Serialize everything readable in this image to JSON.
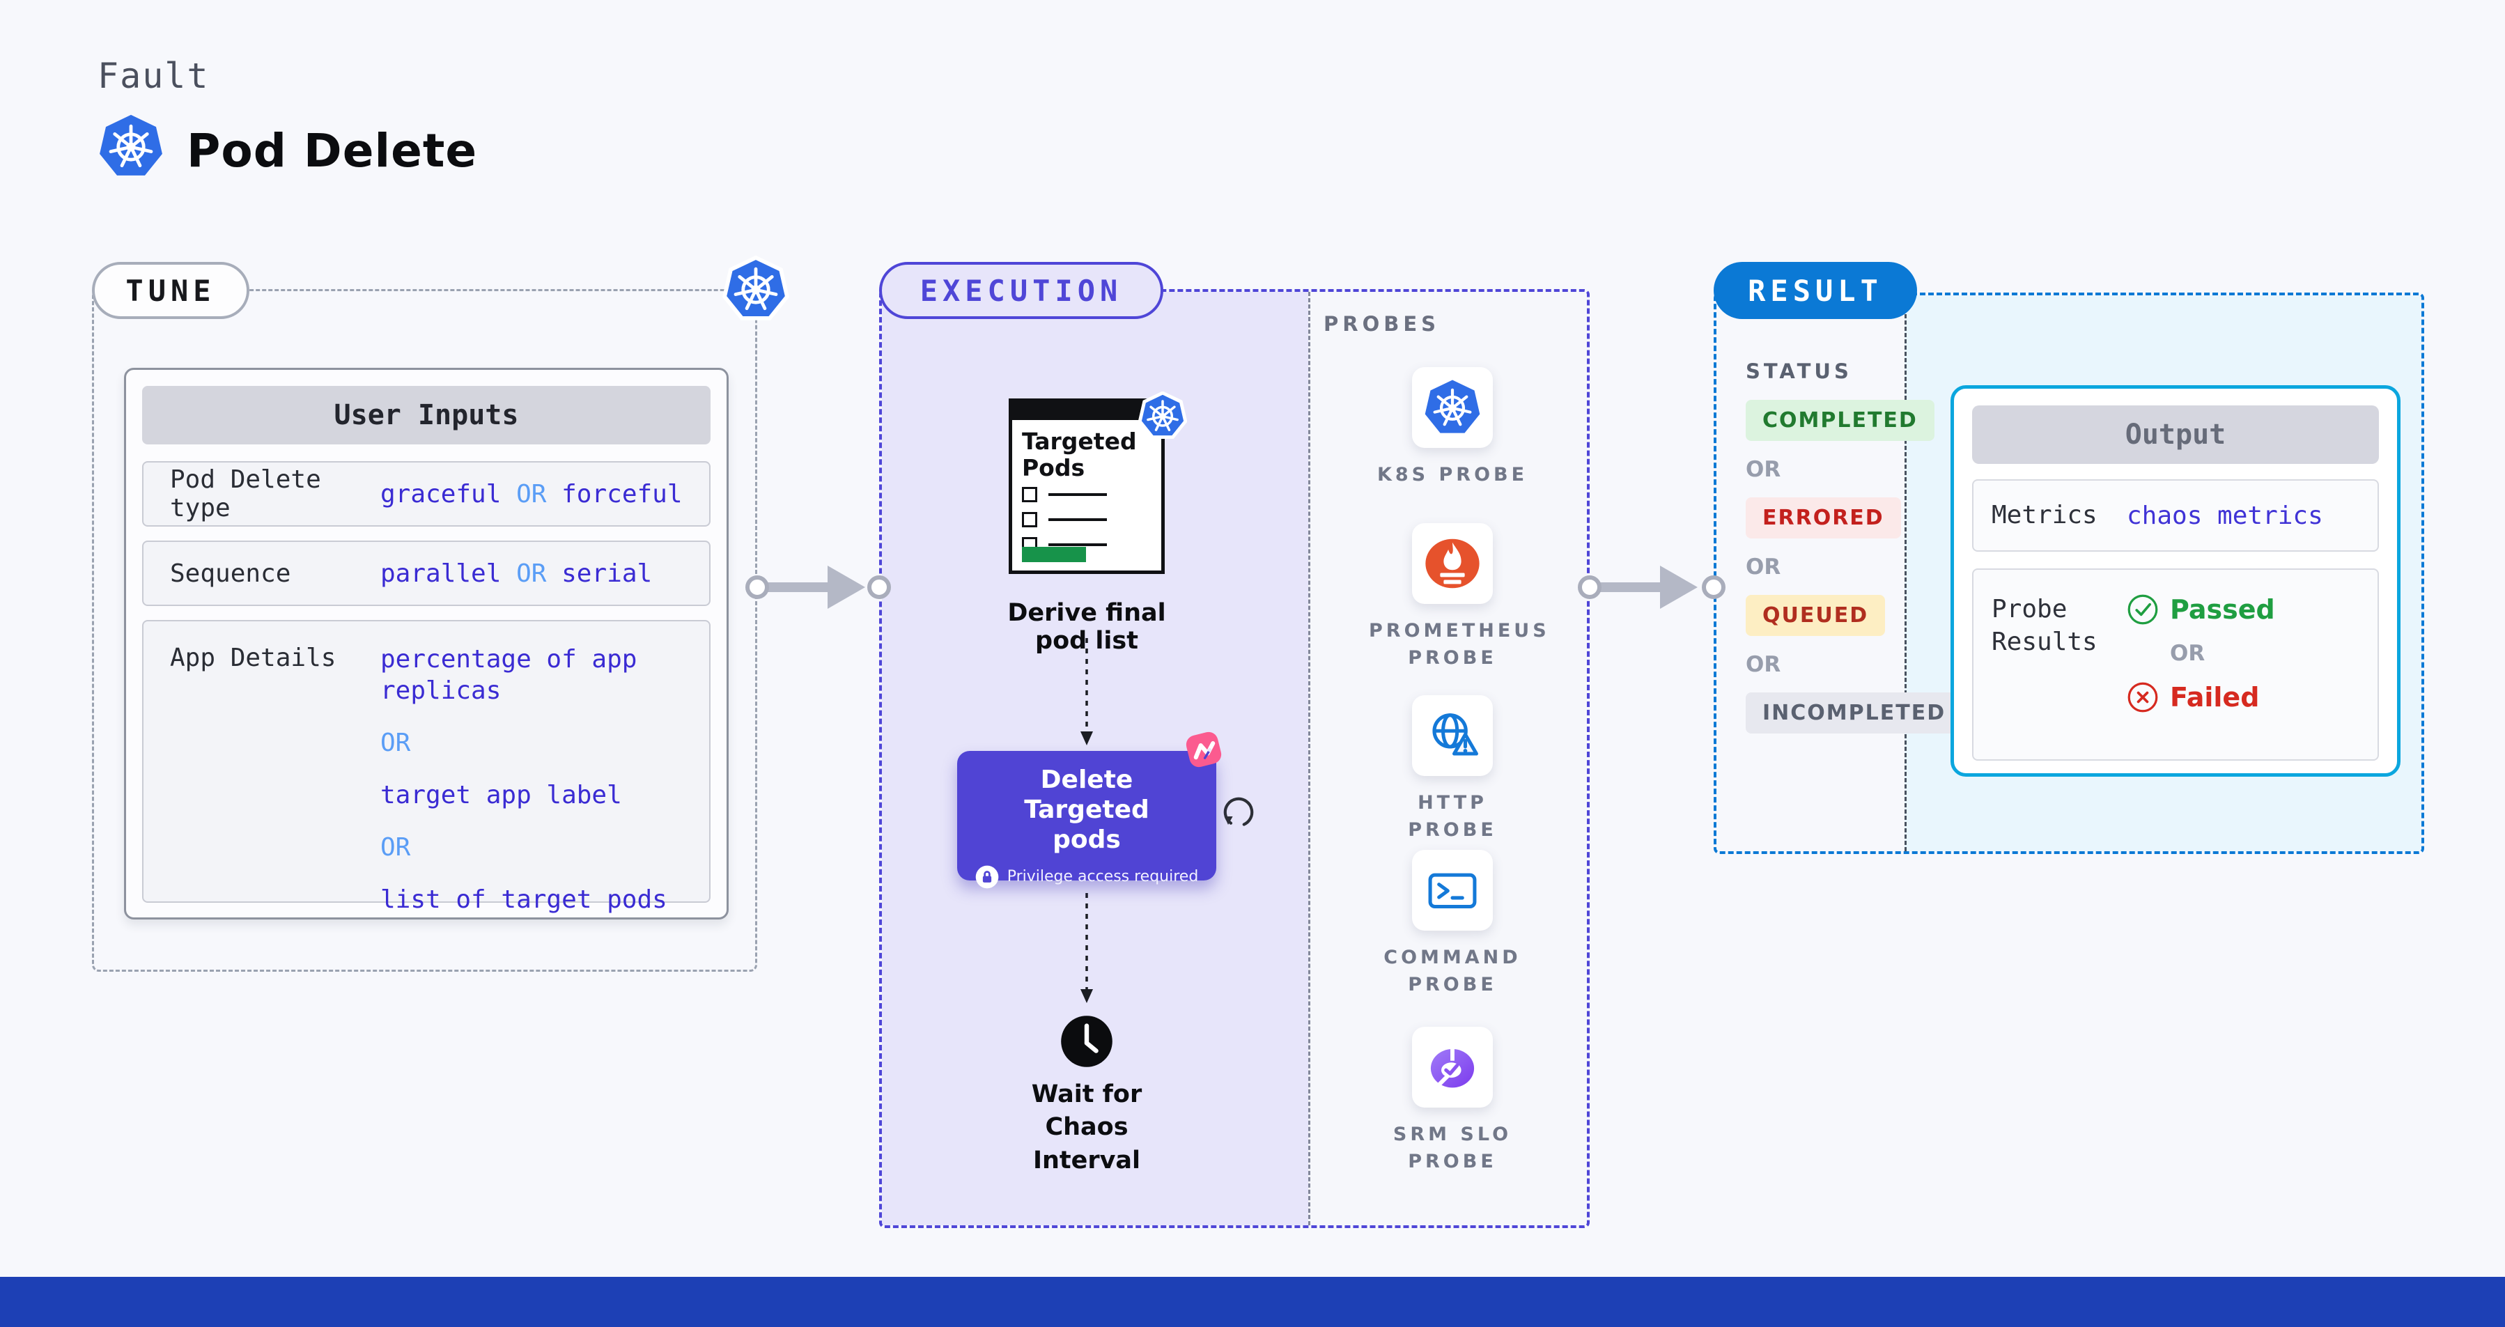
{
  "colors": {
    "accent_indigo": "#4f46d7",
    "value_indigo": "#3a2bd3",
    "or_blue": "#5a9df6",
    "result_blue": "#0b79d5",
    "output_cyan": "#0ba6de",
    "passed_green": "#1f9e41",
    "failed_red": "#d62a20",
    "button_indigo": "#5044d4",
    "chaos_pink": "#fb5b8f",
    "execution_lavender": "#e7e5fa",
    "footer_blue": "#1d40b5"
  },
  "header": {
    "eyebrow": "Fault",
    "title": "Pod Delete"
  },
  "tune": {
    "badge": "TUNE",
    "user_inputs": {
      "title": "User Inputs",
      "rows": [
        {
          "label": "Pod Delete type",
          "v1": "graceful",
          "or": "OR",
          "v2": "forceful"
        },
        {
          "label": "Sequence",
          "v1": "parallel",
          "or": "OR",
          "v2": "serial"
        },
        {
          "label": "App Details",
          "v1": "percentage of app replicas",
          "or1": "OR",
          "v2": "target app label",
          "or2": "OR",
          "v3": "list of target pods"
        }
      ]
    }
  },
  "execution": {
    "badge": "EXECUTION",
    "doc_title": "Targeted Pods",
    "derive_label": "Derive final pod list",
    "delete_button": {
      "label": "Delete Targeted pods",
      "note": "Privilege access required"
    },
    "wait_label": "Wait for Chaos Interval",
    "probes": {
      "heading": "PROBES",
      "items": [
        {
          "label": "K8S PROBE",
          "icon": "kubernetes-icon"
        },
        {
          "label": "PROMETHEUS PROBE",
          "icon": "prometheus-icon"
        },
        {
          "label": "HTTP PROBE",
          "icon": "globe-warning-icon"
        },
        {
          "label": "COMMAND PROBE",
          "icon": "terminal-icon"
        },
        {
          "label": "SRM SLO PROBE",
          "icon": "slo-pie-icon"
        }
      ]
    }
  },
  "result": {
    "badge": "RESULT",
    "status": {
      "heading": "STATUS",
      "or": "OR",
      "items": [
        "COMPLETED",
        "ERRORED",
        "QUEUED",
        "INCOMPLETED"
      ]
    },
    "output": {
      "title": "Output",
      "metrics_label": "Metrics",
      "metrics_value": "chaos metrics",
      "probe_label": "Probe Results",
      "passed": "Passed",
      "or": "OR",
      "failed": "Failed"
    }
  }
}
